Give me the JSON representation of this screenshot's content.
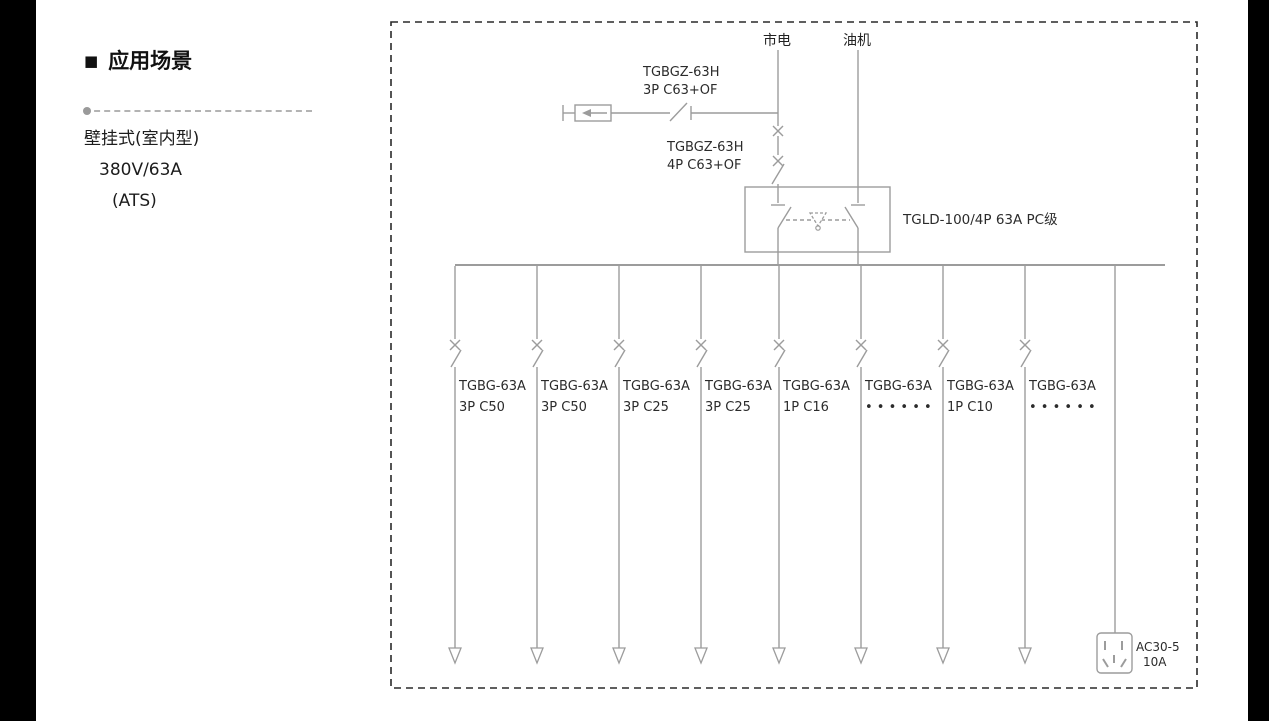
{
  "panel": {
    "bullet": "■",
    "title": "应用场景",
    "subtitle_lines": [
      "壁挂式(室内型)",
      "380V/63A",
      "(ATS)"
    ]
  },
  "diagram": {
    "sources": {
      "mains": "市电",
      "generator": "油机"
    },
    "branch_breaker": {
      "model": "TGBGZ-63H",
      "spec": "3P C63+OF"
    },
    "main_breaker": {
      "model": "TGBGZ-63H",
      "spec": "4P C63+OF"
    },
    "ats_label": "TGLD-100/4P 63A PC级",
    "feeders": [
      {
        "model": "TGBG-63A",
        "spec": "3P C50"
      },
      {
        "model": "TGBG-63A",
        "spec": "3P C50"
      },
      {
        "model": "TGBG-63A",
        "spec": "3P C25"
      },
      {
        "model": "TGBG-63A",
        "spec": "3P C25"
      },
      {
        "model": "TGBG-63A",
        "spec": "1P C16"
      },
      {
        "model": "TGBG-63A",
        "spec": "• • • • • •"
      },
      {
        "model": "TGBG-63A",
        "spec": "1P C10"
      },
      {
        "model": "TGBG-63A",
        "spec": "• • • • • •"
      }
    ],
    "socket": {
      "model": "AC30-5",
      "rating": "10A"
    }
  }
}
